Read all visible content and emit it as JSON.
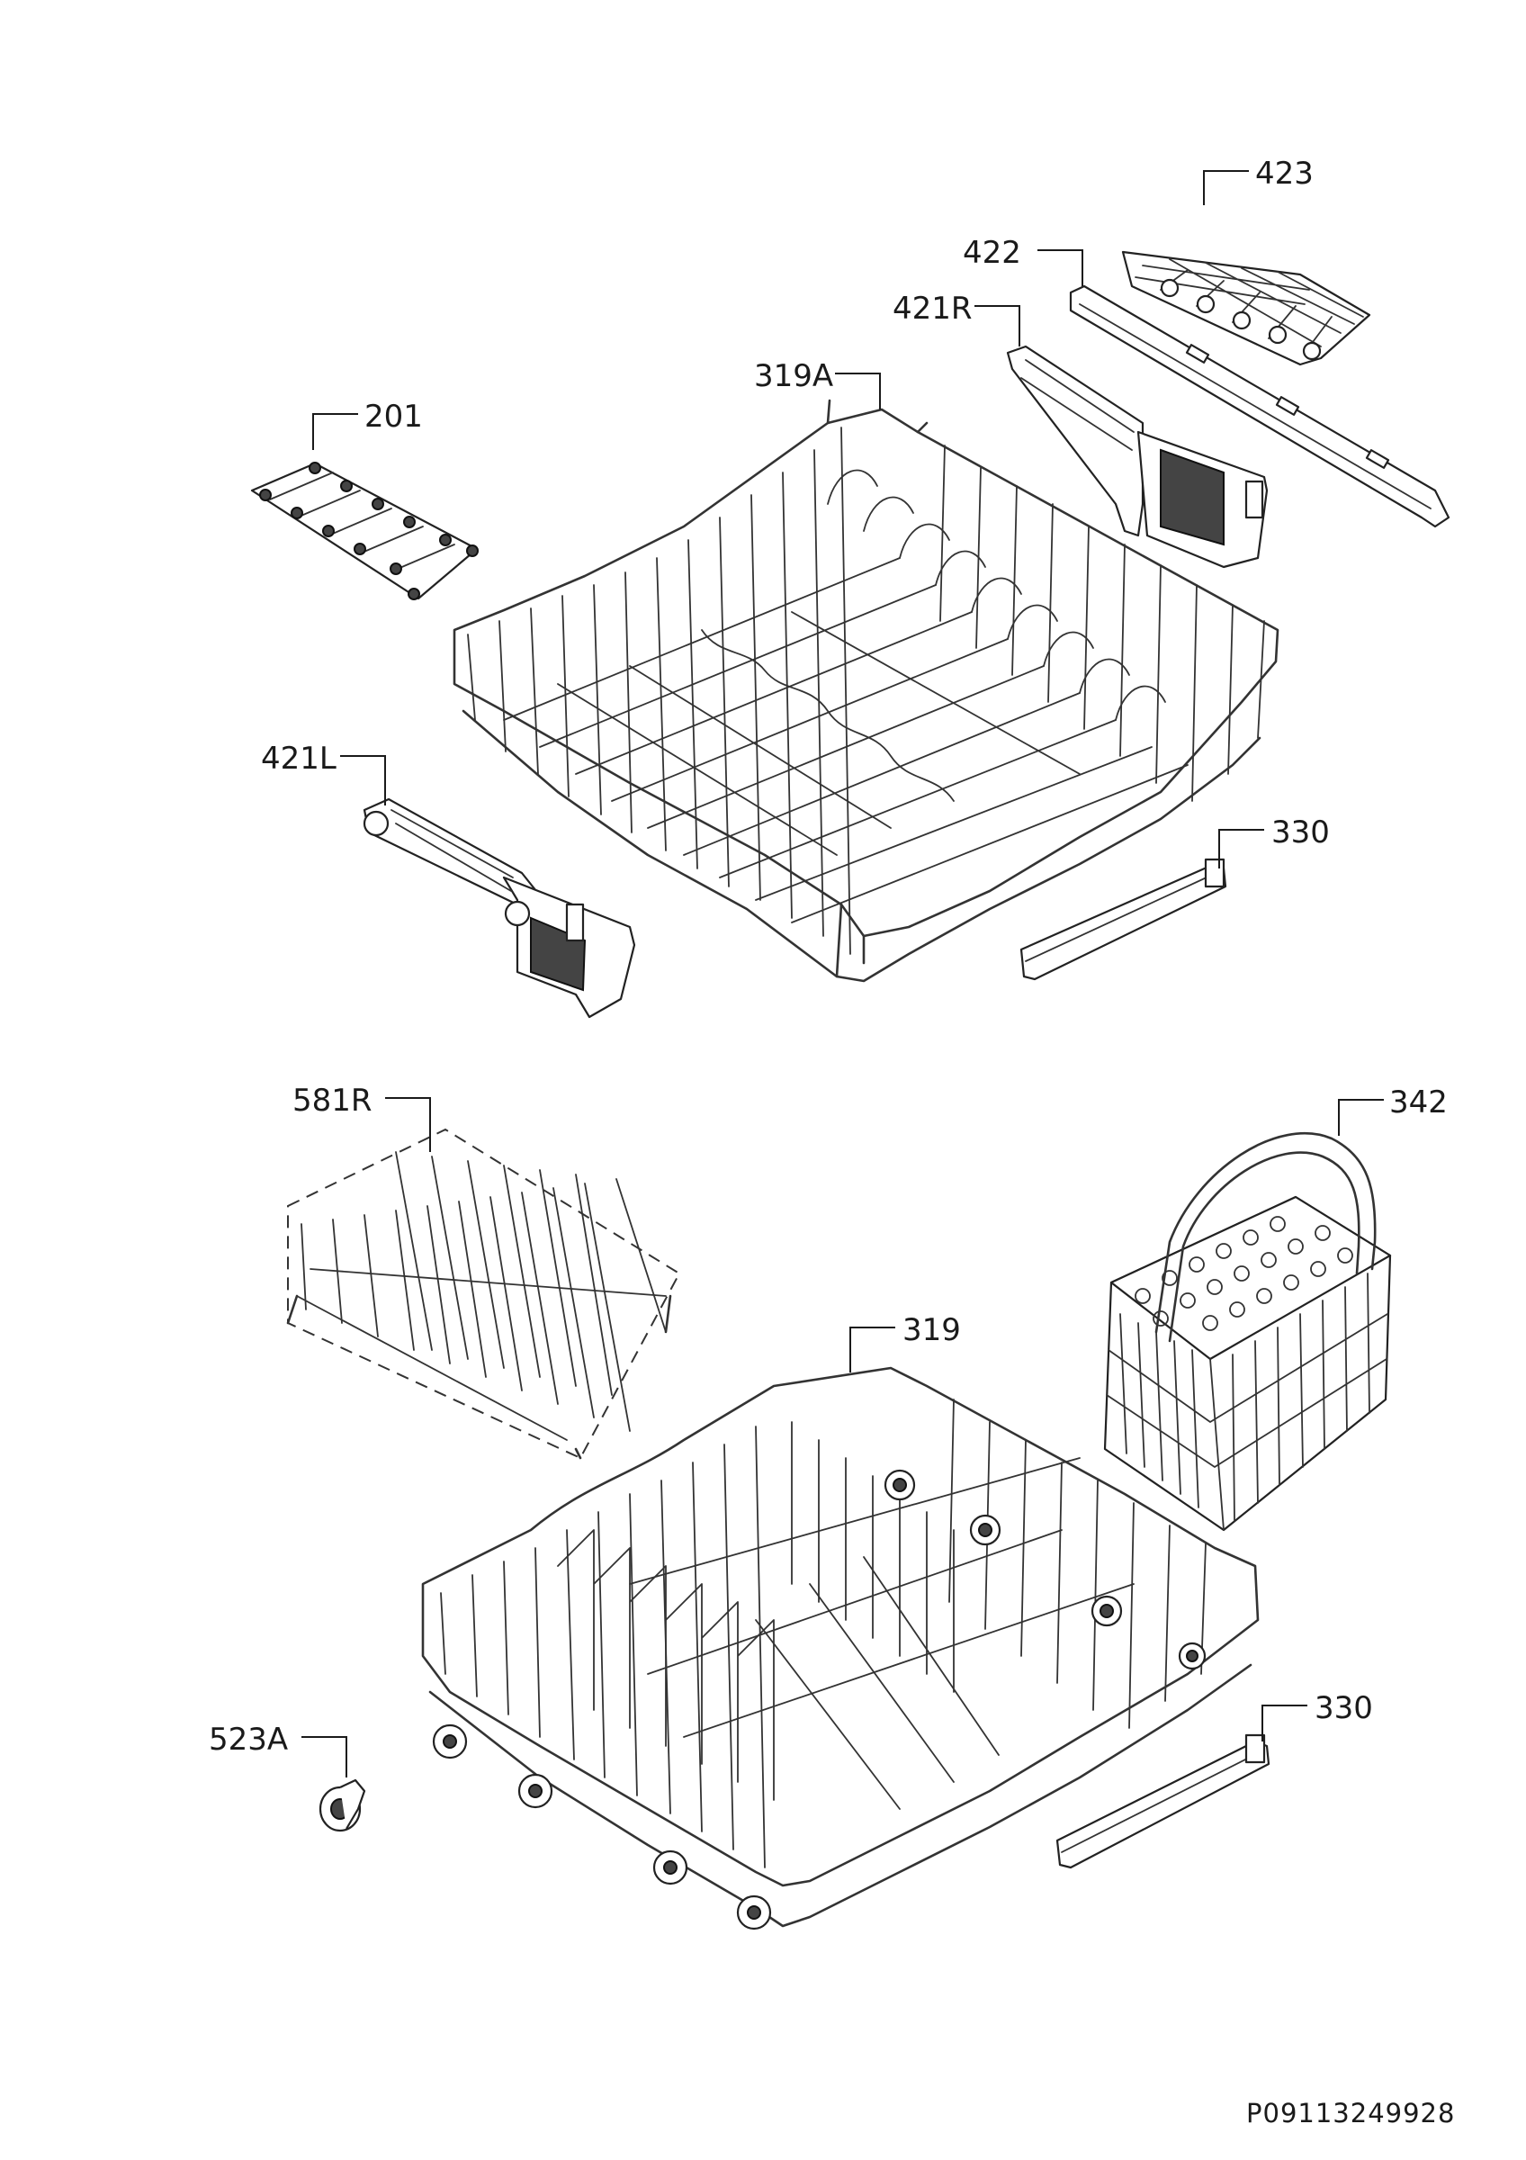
{
  "labels": {
    "p423": "423",
    "p422": "422",
    "p421R": "421R",
    "p201": "201",
    "p319A": "319A",
    "p421L": "421L",
    "p330_upper": "330",
    "p581R": "581R",
    "p342": "342",
    "p319": "319",
    "p523A": "523A",
    "p330_lower": "330"
  },
  "drawing_code": "P09113249928"
}
